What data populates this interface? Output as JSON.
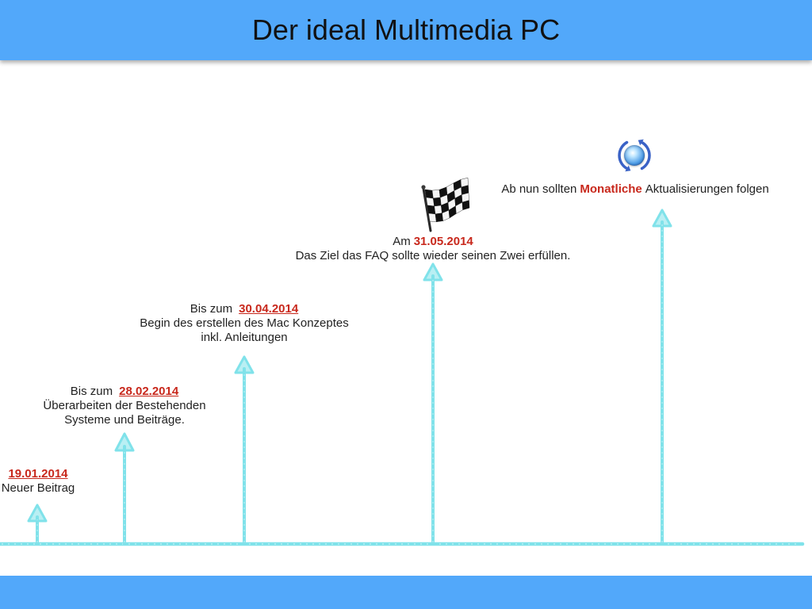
{
  "title": "Der ideal Multimedia PC",
  "colors": {
    "bar": "#52a8fa",
    "chalk": "#80e2ea",
    "date": "#c8281c",
    "text": "#222222",
    "background": "#ffffff"
  },
  "milestones": [
    {
      "date": "19.01.2014",
      "lines": [
        "Neuer Beitrag"
      ]
    },
    {
      "prefix": "Bis zum",
      "date": "28.02.2014",
      "lines": [
        "Überarbeiten der Bestehenden",
        "Systeme und Beiträge."
      ]
    },
    {
      "prefix": "Bis zum",
      "date": "30.04.2014",
      "lines": [
        "Begin des erstellen des Mac Konzeptes",
        "inkl. Anleitungen"
      ]
    },
    {
      "prefix": "Am",
      "date": "31.05.2014",
      "lines": [
        "Das Ziel das FAQ sollte wieder seinen Zwei erfüllen."
      ],
      "icon": "checkered-flag-icon"
    },
    {
      "prefix": "Ab nun sollten",
      "highlight": "Monatliche",
      "suffix": "Aktualisierungen folgen",
      "icon": "globe-sync-icon"
    }
  ]
}
